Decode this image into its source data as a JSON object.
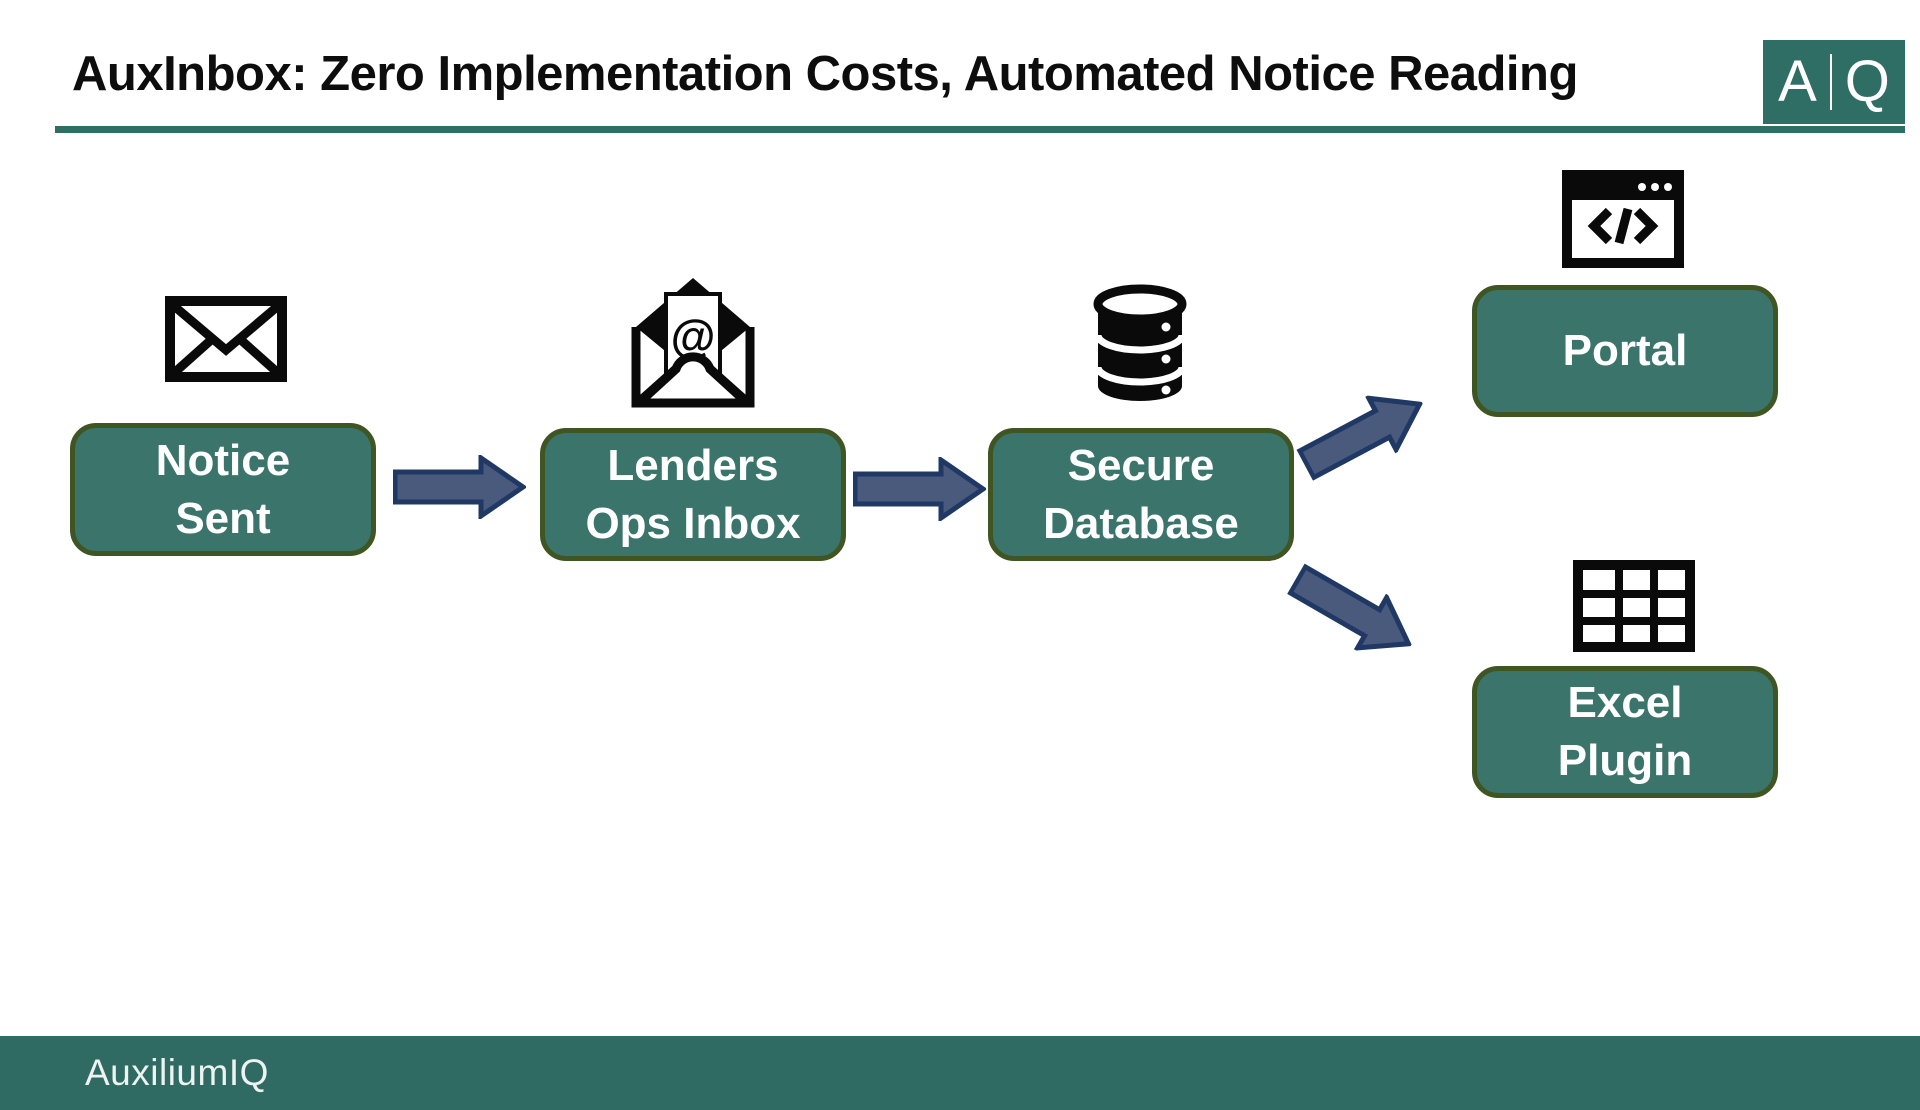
{
  "slide": {
    "title": "AuxInbox: Zero Implementation Costs, Automated Notice Reading",
    "logo": {
      "letter_left": "A",
      "letter_right": "Q"
    },
    "footer_brand": "AuxiliumIQ"
  },
  "colors": {
    "brand_teal": "#2F6E63",
    "node_fill": "#3A746B",
    "node_border": "#3F5522",
    "arrow_fill": "#495A7C",
    "arrow_border": "#1F3864",
    "icon_black": "#0a0a0a",
    "text_white": "#FFFFFF"
  },
  "flow": {
    "nodes": [
      {
        "id": "notice-sent",
        "icon": "envelope-icon",
        "lines": [
          "Notice",
          "Sent"
        ]
      },
      {
        "id": "lenders-ops-inbox",
        "icon": "open-envelope-at-icon",
        "lines": [
          "Lenders",
          "Ops Inbox"
        ]
      },
      {
        "id": "secure-database",
        "icon": "database-icon",
        "lines": [
          "Secure",
          "Database"
        ]
      },
      {
        "id": "portal",
        "icon": "code-window-icon",
        "lines": [
          "Portal"
        ]
      },
      {
        "id": "excel-plugin",
        "icon": "spreadsheet-grid-icon",
        "lines": [
          "Excel",
          "Plugin"
        ]
      }
    ],
    "connections": [
      {
        "from": "notice-sent",
        "to": "lenders-ops-inbox",
        "shape": "horizontal-block-arrow"
      },
      {
        "from": "lenders-ops-inbox",
        "to": "secure-database",
        "shape": "horizontal-block-arrow"
      },
      {
        "from": "secure-database",
        "to": "portal",
        "shape": "diagonal-up-block-arrow"
      },
      {
        "from": "secure-database",
        "to": "excel-plugin",
        "shape": "diagonal-down-block-arrow"
      }
    ]
  }
}
